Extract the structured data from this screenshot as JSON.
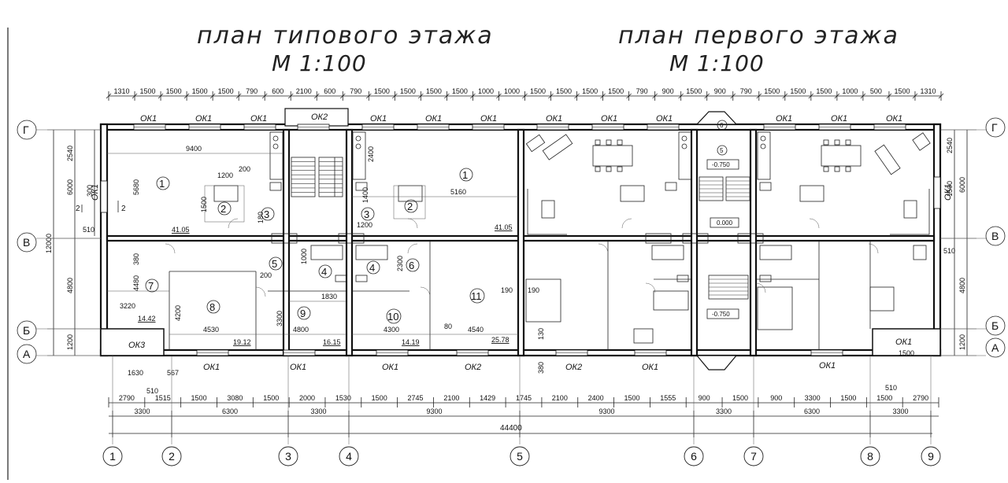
{
  "titles": {
    "typical_floor": "план типового этажа",
    "typical_scale": "М 1:100",
    "first_floor": "план первого этажа",
    "first_scale": "М 1:100"
  },
  "top_dims": [
    "1310",
    "1500",
    "1500",
    "1500",
    "1500",
    "790",
    "600",
    "2100",
    "600",
    "790",
    "1500",
    "1500",
    "1500",
    "1500",
    "1000",
    "1000",
    "1500",
    "1500",
    "1500",
    "1500",
    "790",
    "900",
    "1500",
    "900",
    "790",
    "1500",
    "1500",
    "1500",
    "1000",
    "500",
    "1500",
    "1310"
  ],
  "window_labels_top": [
    "ОК1",
    "ОК1",
    "ОК1",
    "ОК2",
    "ОК1",
    "ОК1",
    "ОК1",
    "ОК1",
    "ОК1",
    "ОК1",
    "ОК1",
    "ОК1",
    "ОК1"
  ],
  "window_labels_bottom": [
    "ОК1",
    "ОК1",
    "ОК1",
    "ОК2",
    "ОК2",
    "ОК1",
    "ОК1"
  ],
  "side_window_labels": {
    "left": "ОК1",
    "right": "ОК1",
    "corner_left": "ОК3",
    "corner_right": "ОК1"
  },
  "bottom_dims_row1": [
    "2790",
    "1515",
    "1500",
    "3080",
    "1500",
    "2000",
    "1530",
    "1500",
    "2745",
    "2100",
    "1429",
    "1745",
    "2100",
    "2400",
    "1500",
    "1555",
    "900",
    "1500",
    "900",
    "3300",
    "1500",
    "1500",
    "2790"
  ],
  "bottom_dims_row2": [
    "3300",
    "6300",
    "3300",
    "9300",
    "9300",
    "3300",
    "6300",
    "3300"
  ],
  "total_dim": "44400",
  "axes_vertical": [
    "1",
    "2",
    "3",
    "4",
    "5",
    "6",
    "7",
    "8",
    "9"
  ],
  "axes_horizontal": [
    "Г",
    "В",
    "Б",
    "А"
  ],
  "left_dims": {
    "d2540": "2540",
    "d6000": "6000",
    "d5680": "5680",
    "d12000": "12000",
    "d4800": "4800",
    "d4480": "4480",
    "d1200": "1200",
    "d380": "380",
    "d510": "510",
    "d300": "300",
    "d2": "2"
  },
  "right_dims": {
    "d2540": "2540",
    "d6000": "6000",
    "d1500": "1500",
    "d4800": "4800",
    "d1200": "1200",
    "d510": "510"
  },
  "rooms": [
    {
      "num": "1",
      "area": "41.05"
    },
    {
      "num": "2",
      "area": ""
    },
    {
      "num": "3",
      "area": ""
    },
    {
      "num": "1",
      "area": "41.05"
    },
    {
      "num": "2",
      "area": ""
    },
    {
      "num": "3",
      "area": ""
    },
    {
      "num": "5",
      "area": ""
    },
    {
      "num": "4",
      "area": ""
    },
    {
      "num": "4",
      "area": ""
    },
    {
      "num": "6",
      "area": ""
    },
    {
      "num": "7",
      "area": "14.42"
    },
    {
      "num": "8",
      "area": "19.12"
    },
    {
      "num": "9",
      "area": "16.15"
    },
    {
      "num": "10",
      "area": "14.19"
    },
    {
      "num": "11",
      "area": "25.78"
    }
  ],
  "inner_dims": {
    "d9400": "9400",
    "d5160": "5160",
    "d1200a": "1200",
    "d1500": "1500",
    "d200a": "200",
    "d180": "180",
    "d2400": "2400",
    "d1400": "1400",
    "d1200b": "1200",
    "d3220": "3220",
    "d4200": "4200",
    "d4530": "4530",
    "d200b": "200",
    "d3300": "3300",
    "d1000": "1000",
    "d4800": "4800",
    "d1830": "1830",
    "d2300": "2300",
    "d4300": "4300",
    "d80": "80",
    "d4540": "4540",
    "d190a": "190",
    "d190b": "190",
    "d130": "130",
    "d380": "380",
    "d1630": "1630",
    "d567": "567",
    "d510a": "510",
    "d510b": "510",
    "d1500b": "1500"
  },
  "levels": {
    "l1": "-0.750",
    "l2": "0.000",
    "l3": "-0.750"
  },
  "stair_mark": "5",
  "stair_mark2": "6"
}
